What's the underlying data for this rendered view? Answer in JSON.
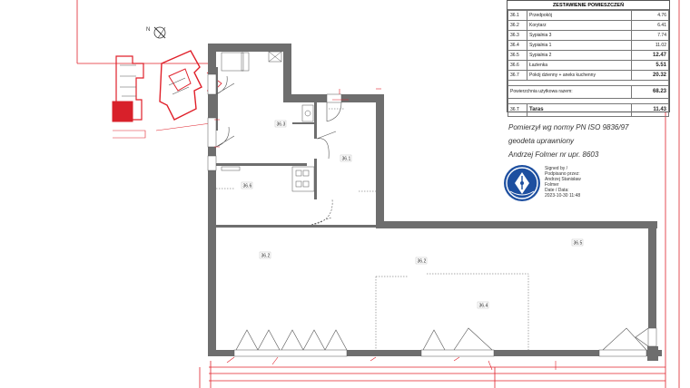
{
  "schedule": {
    "title": "ZESTAWIENIE POMIESZCZEŃ",
    "rows": [
      {
        "no": "36.1",
        "name": "Przedpokój",
        "area": "4.76"
      },
      {
        "no": "36.2",
        "name": "Korytarz",
        "area": "6.41"
      },
      {
        "no": "36.3",
        "name": "Sypialnia 3",
        "area": "7.74"
      },
      {
        "no": "36.4",
        "name": "Sypialnia 1",
        "area": "11.02"
      },
      {
        "no": "36.5",
        "name": "Sypialnia 2",
        "area": "12.47"
      },
      {
        "no": "36.6",
        "name": "Łazienka",
        "area": "5.51"
      },
      {
        "no": "36.7",
        "name": "Pokój dzienny + aneks kuchenny",
        "area": "20.32"
      }
    ],
    "total_label": "Powierzchnia użytkowa razem:",
    "total_value": "68.23",
    "terrace": {
      "no": "36.T",
      "name": "Taras",
      "area": "11.43"
    }
  },
  "surveyor": {
    "line1": "Pomierzył wg normy  PN ISO 9836/97",
    "line2": "geodeta uprawniony",
    "line3": "Andrzej Folmer nr upr. 8603"
  },
  "signature": {
    "line1": "Signed by /",
    "line2": "Podpisano przez:",
    "line3": "Andrzej Stanisław",
    "line4": "Folmer",
    "line5": "Date / Data:",
    "line6": "2023-10-30 11:48"
  },
  "north_label": "N",
  "room_labels": {
    "r363": "36.3",
    "r361": "36.1",
    "r366": "36.6",
    "r365": "36.5",
    "r362a": "36.2",
    "r362b": "36.2",
    "r364": "36.4"
  },
  "colors": {
    "wall": "#6e6e6e",
    "redline": "#e0202a",
    "seal_blue": "#1d4fa0"
  }
}
